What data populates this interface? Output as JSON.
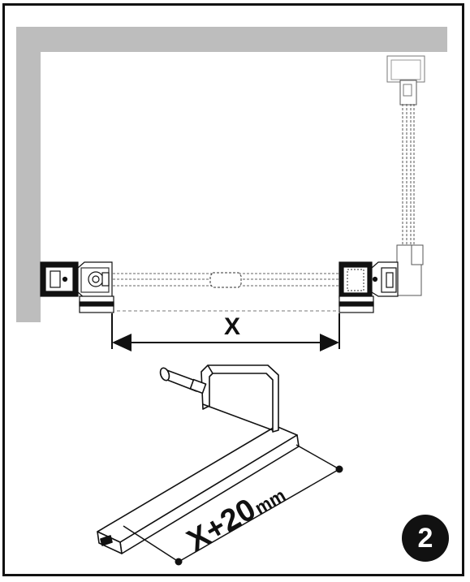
{
  "diagram": {
    "gap_label": "X",
    "cut_length_label": "X+20",
    "cut_length_unit": "mm",
    "step_number": "2",
    "colors": {
      "wall": "#bdbdbd",
      "line": "#111111",
      "glass_dashed": "#666666"
    }
  }
}
